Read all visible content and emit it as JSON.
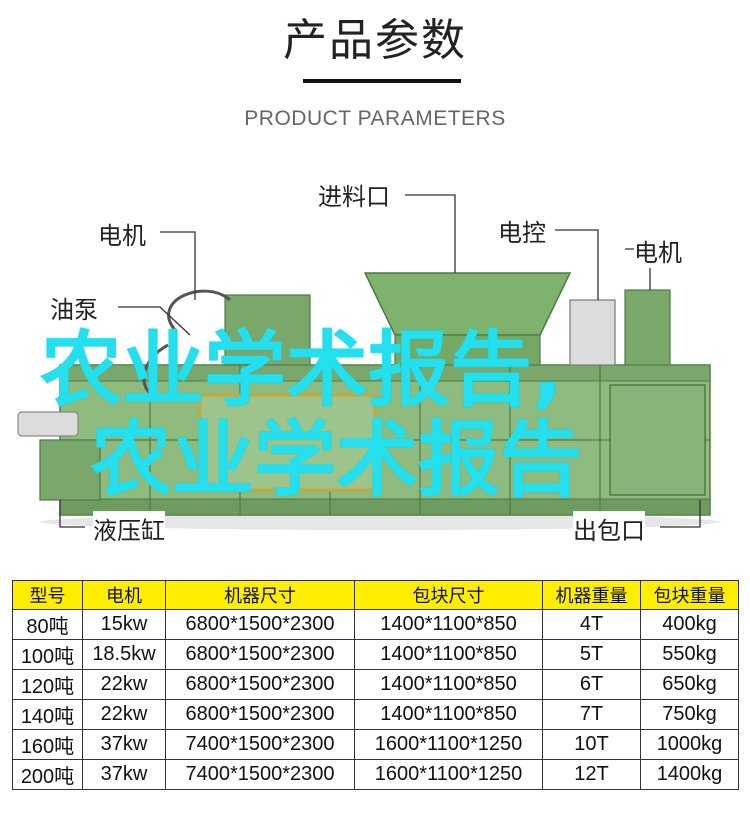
{
  "header": {
    "title": "产品参数",
    "subtitle": "PRODUCT PARAMETERS"
  },
  "diagram": {
    "callouts": {
      "motor_left": "电机",
      "oil_pump": "油泵",
      "feed_inlet": "进料口",
      "electric_control": "电控",
      "motor_right": "电机",
      "hydraulic_cylinder": "液压缸",
      "bale_outlet": "出包口"
    },
    "machine_color": "#7aa86b",
    "watermark": {
      "line1": "农业学术报告,",
      "line2": "农业学术报告"
    }
  },
  "spec_table": {
    "headers": [
      "型号",
      "电机",
      "机器尺寸",
      "包块尺寸",
      "机器重量",
      "包块重量"
    ],
    "rows": [
      [
        "80吨",
        "15kw",
        "6800*1500*2300",
        "1400*1100*850",
        "4T",
        "400kg"
      ],
      [
        "100吨",
        "18.5kw",
        "6800*1500*2300",
        "1400*1100*850",
        "5T",
        "550kg"
      ],
      [
        "120吨",
        "22kw",
        "6800*1500*2300",
        "1400*1100*850",
        "6T",
        "650kg"
      ],
      [
        "140吨",
        "22kw",
        "6800*1500*2300",
        "1400*1100*850",
        "7T",
        "750kg"
      ],
      [
        "160吨",
        "37kw",
        "7400*1500*2300",
        "1600*1100*1250",
        "10T",
        "1000kg"
      ],
      [
        "200吨",
        "37kw",
        "7400*1500*2300",
        "1600*1100*1250",
        "12T",
        "1400kg"
      ]
    ],
    "header_color": "#ffee00"
  }
}
